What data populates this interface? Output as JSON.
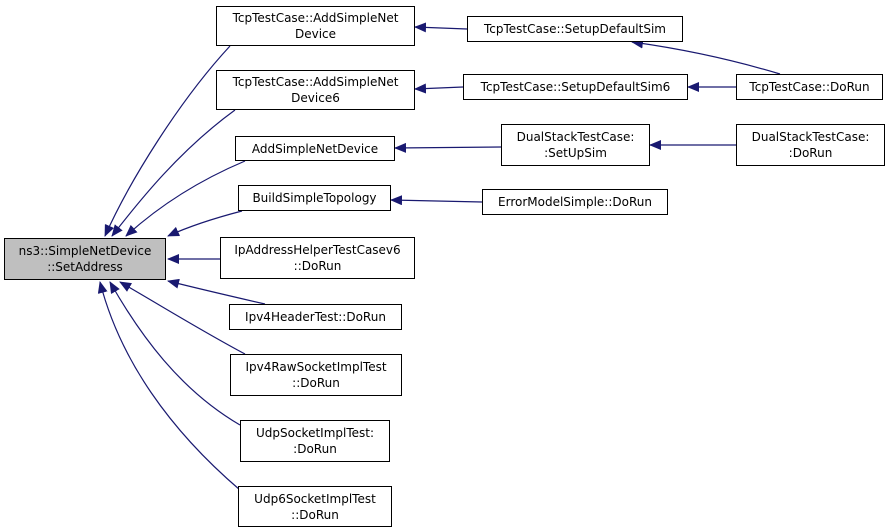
{
  "colors": {
    "edge": "#191970",
    "root_fill": "#bfbfbf",
    "node_fill": "#ffffff",
    "border": "#000000"
  },
  "nodes": [
    {
      "id": "root",
      "lines": [
        "ns3::SimpleNetDevice",
        "::SetAddress"
      ],
      "root": true
    },
    {
      "id": "tcp_add",
      "lines": [
        "TcpTestCase::AddSimpleNet",
        "Device"
      ]
    },
    {
      "id": "tcp_add6",
      "lines": [
        "TcpTestCase::AddSimpleNet",
        "Device6"
      ]
    },
    {
      "id": "add_simple",
      "lines": [
        "AddSimpleNetDevice"
      ]
    },
    {
      "id": "build_topo",
      "lines": [
        "BuildSimpleTopology"
      ]
    },
    {
      "id": "ipaddr_v6",
      "lines": [
        "IpAddressHelperTestCasev6",
        "::DoRun"
      ]
    },
    {
      "id": "ipv4hdr",
      "lines": [
        "Ipv4HeaderTest::DoRun"
      ]
    },
    {
      "id": "ipv4raw",
      "lines": [
        "Ipv4RawSocketImplTest",
        "::DoRun"
      ]
    },
    {
      "id": "udp",
      "lines": [
        "UdpSocketImplTest:",
        ":DoRun"
      ]
    },
    {
      "id": "udp6",
      "lines": [
        "Udp6SocketImplTest",
        "::DoRun"
      ]
    },
    {
      "id": "setup_sim",
      "lines": [
        "TcpTestCase::SetupDefaultSim"
      ]
    },
    {
      "id": "setup_sim6",
      "lines": [
        "TcpTestCase::SetupDefaultSim6"
      ]
    },
    {
      "id": "ds_setup",
      "lines": [
        "DualStackTestCase:",
        ":SetUpSim"
      ]
    },
    {
      "id": "errmodel",
      "lines": [
        "ErrorModelSimple::DoRun"
      ]
    },
    {
      "id": "tcp_dorun",
      "lines": [
        "TcpTestCase::DoRun"
      ]
    },
    {
      "id": "ds_dorun",
      "lines": [
        "DualStackTestCase:",
        ":DoRun"
      ]
    }
  ],
  "edges": [
    {
      "from": "tcp_add",
      "to": "root"
    },
    {
      "from": "tcp_add6",
      "to": "root"
    },
    {
      "from": "add_simple",
      "to": "root"
    },
    {
      "from": "build_topo",
      "to": "root"
    },
    {
      "from": "ipaddr_v6",
      "to": "root"
    },
    {
      "from": "ipv4hdr",
      "to": "root"
    },
    {
      "from": "ipv4raw",
      "to": "root"
    },
    {
      "from": "udp",
      "to": "root"
    },
    {
      "from": "udp6",
      "to": "root"
    },
    {
      "from": "setup_sim",
      "to": "tcp_add"
    },
    {
      "from": "setup_sim6",
      "to": "tcp_add6"
    },
    {
      "from": "ds_setup",
      "to": "add_simple"
    },
    {
      "from": "errmodel",
      "to": "build_topo"
    },
    {
      "from": "tcp_dorun",
      "to": "setup_sim"
    },
    {
      "from": "tcp_dorun",
      "to": "setup_sim6"
    },
    {
      "from": "ds_dorun",
      "to": "ds_setup"
    }
  ]
}
